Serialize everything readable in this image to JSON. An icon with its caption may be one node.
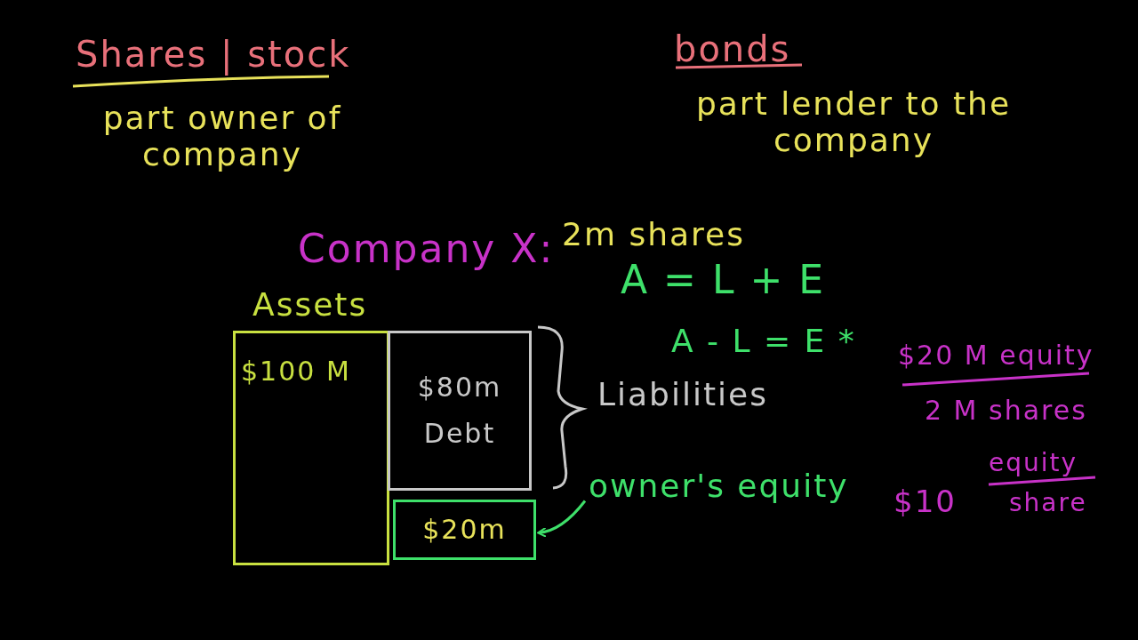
{
  "diagram": {
    "nodes": [
      {
        "text": [
          "Assets",
          "$100 M"
        ]
      },
      {
        "text": [
          "$80m",
          "Debt"
        ]
      },
      {
        "text": [
          "$20m"
        ]
      },
      {
        "text": [
          "owner's equity"
        ]
      }
    ],
    "edges": [
      {
        "from": 3,
        "to": 2,
        "arrow": "to"
      }
    ],
    "labels": [
      "Shares | stock",
      "part owner of company",
      "bonds",
      "part lender to the company",
      "Company X:",
      "2m shares",
      "A = L + E",
      "A - L = E *",
      "Liabilities",
      "$20 M equity",
      "2 M shares",
      "$10",
      "equity",
      "share"
    ]
  }
}
